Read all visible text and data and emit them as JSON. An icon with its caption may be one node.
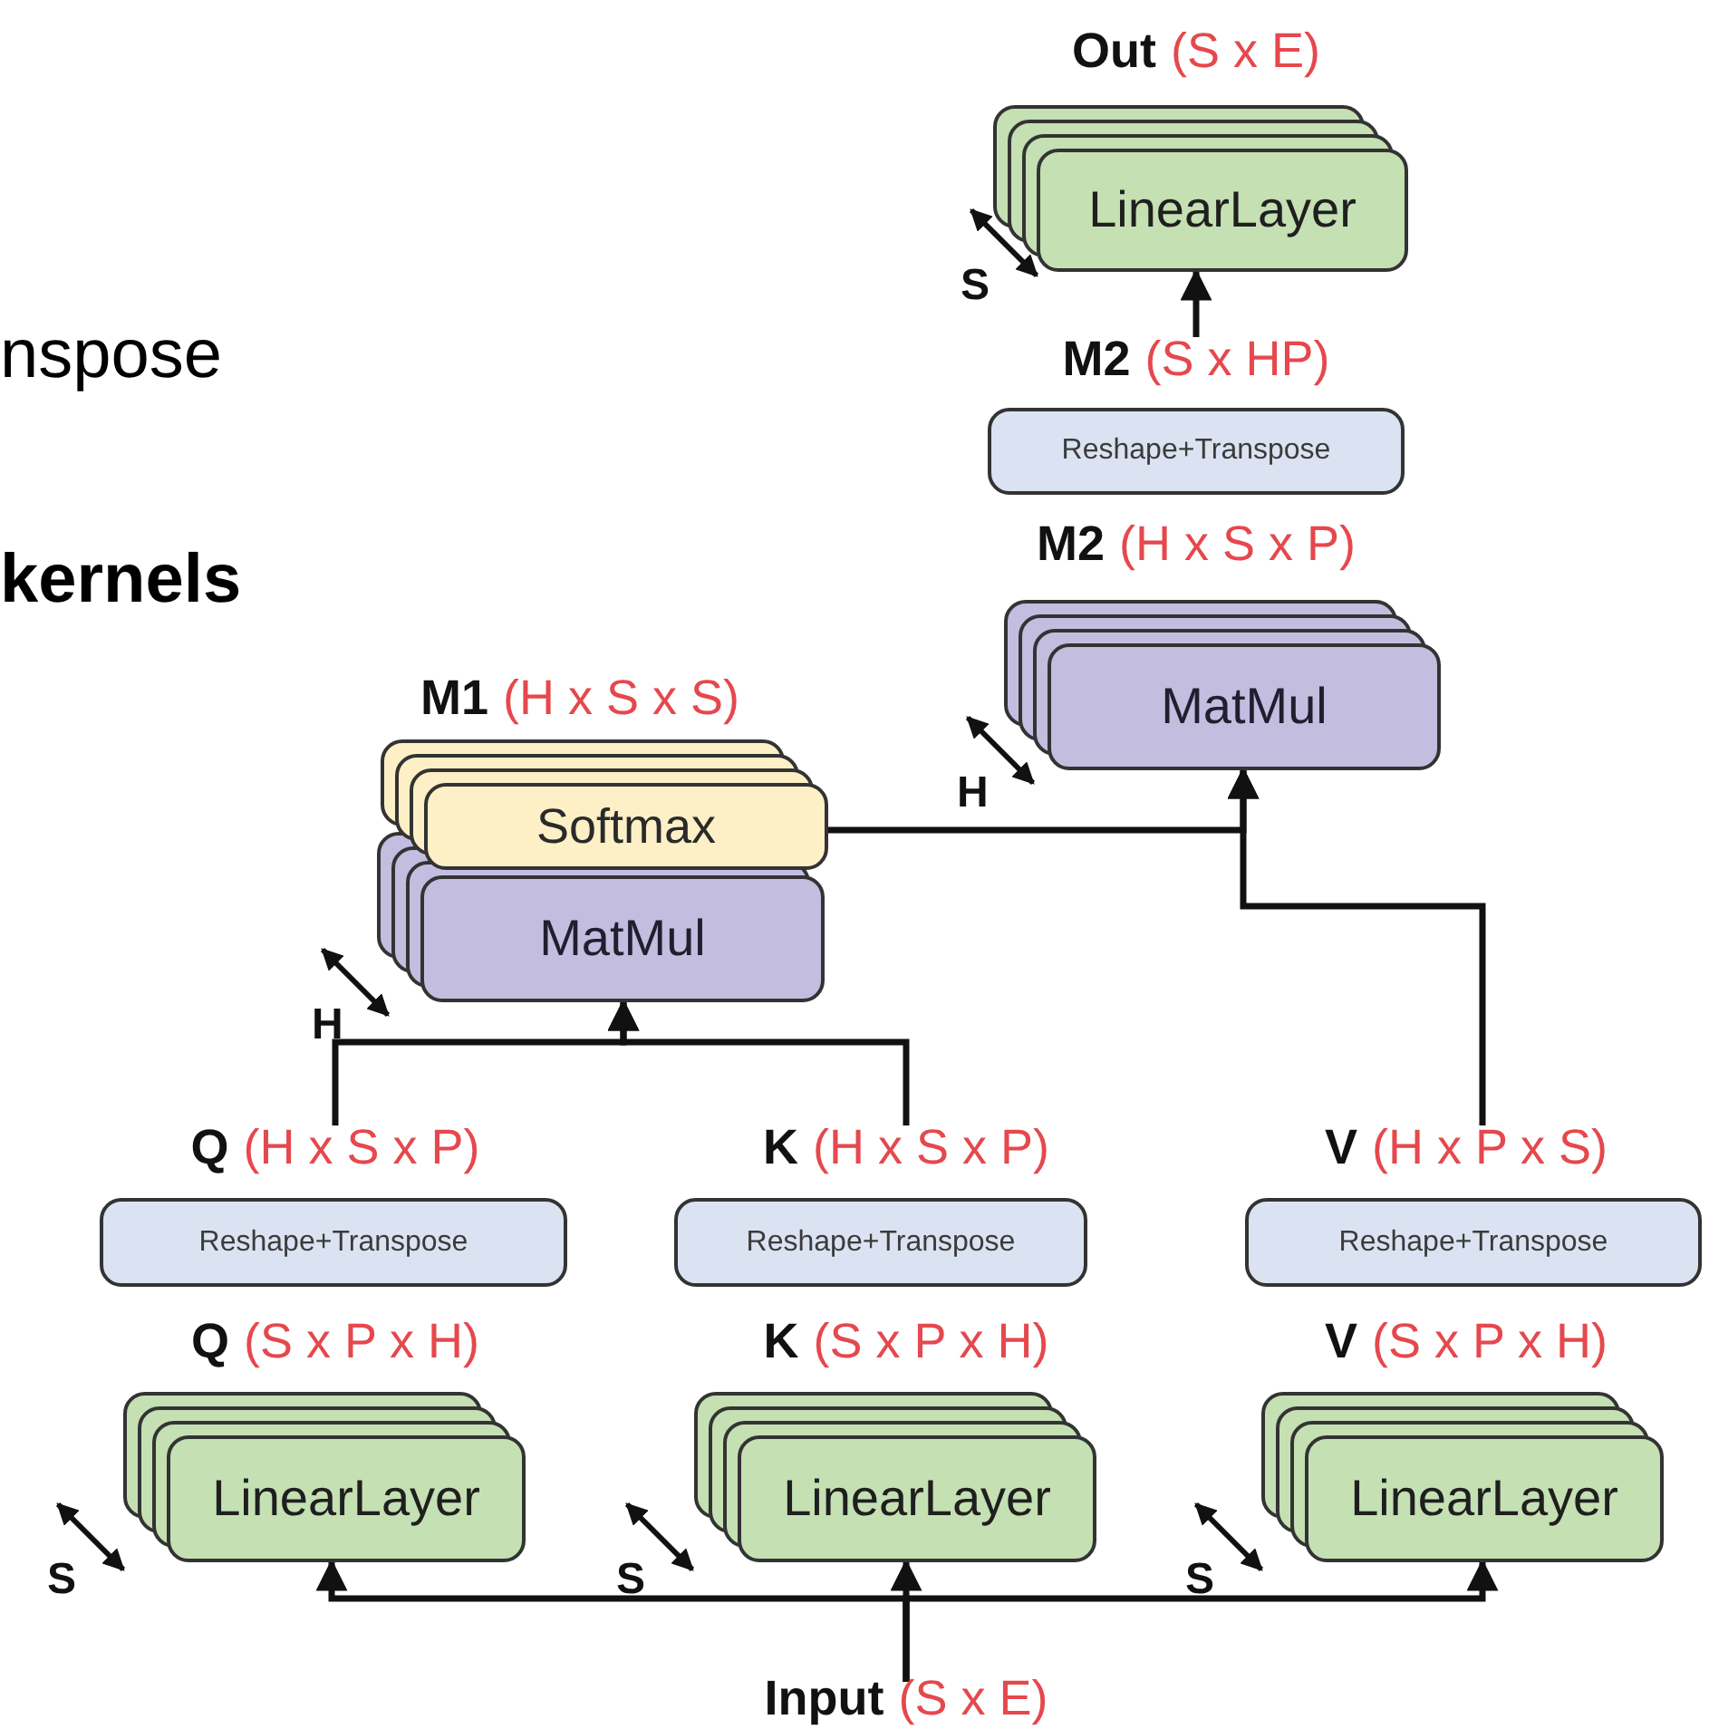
{
  "diagram": {
    "nodes": [
      {
        "text": [
          "Out",
          "(S x E)"
        ]
      },
      {
        "text": [
          "LinearLayer"
        ],
        "beside": [
          "S"
        ]
      },
      {
        "text": [
          "M2",
          "(S x HP)"
        ]
      },
      {
        "text": [
          "Reshape+Transpose"
        ]
      },
      {
        "text": [
          "M2",
          "(H x S x P)"
        ]
      },
      {
        "text": [
          "MatMul"
        ],
        "beside": [
          "H"
        ]
      },
      {
        "text": [
          "M1",
          "(H x S x S)"
        ]
      },
      {
        "text": [
          "Softmax"
        ]
      },
      {
        "text": [
          "MatMul"
        ],
        "beside": [
          "H"
        ]
      },
      {
        "text": [
          "Q",
          "(H x S x P)"
        ]
      },
      {
        "text": [
          "K",
          "(H x S x P)"
        ]
      },
      {
        "text": [
          "V",
          "(H x P x S)"
        ]
      },
      {
        "text": [
          "Reshape+Transpose"
        ]
      },
      {
        "text": [
          "Reshape+Transpose"
        ]
      },
      {
        "text": [
          "Reshape+Transpose"
        ]
      },
      {
        "text": [
          "Q",
          "(S x P x H)"
        ]
      },
      {
        "text": [
          "K",
          "(S x P x H)"
        ]
      },
      {
        "text": [
          "V",
          "(S x P x H)"
        ]
      },
      {
        "text": [
          "LinearLayer"
        ],
        "beside": [
          "S"
        ]
      },
      {
        "text": [
          "LinearLayer"
        ],
        "beside": [
          "S"
        ]
      },
      {
        "text": [
          "LinearLayer"
        ],
        "beside": [
          "S"
        ]
      },
      {
        "text": [
          "Input",
          "(S x E)"
        ]
      }
    ],
    "edges": [
      {
        "from": 21,
        "to": 18,
        "arrow": "to"
      },
      {
        "from": 21,
        "to": 19,
        "arrow": "to"
      },
      {
        "from": 21,
        "to": 20,
        "arrow": "to"
      },
      {
        "from": 9,
        "to": 8,
        "arrow": "to"
      },
      {
        "from": 10,
        "to": 8,
        "arrow": "to"
      },
      {
        "from": 7,
        "to": 5,
        "arrow": "to"
      },
      {
        "from": 11,
        "to": 5,
        "arrow": "to"
      },
      {
        "from": 2,
        "to": 1,
        "arrow": "to"
      }
    ],
    "labels": [
      "nspose",
      "kernels"
    ]
  }
}
